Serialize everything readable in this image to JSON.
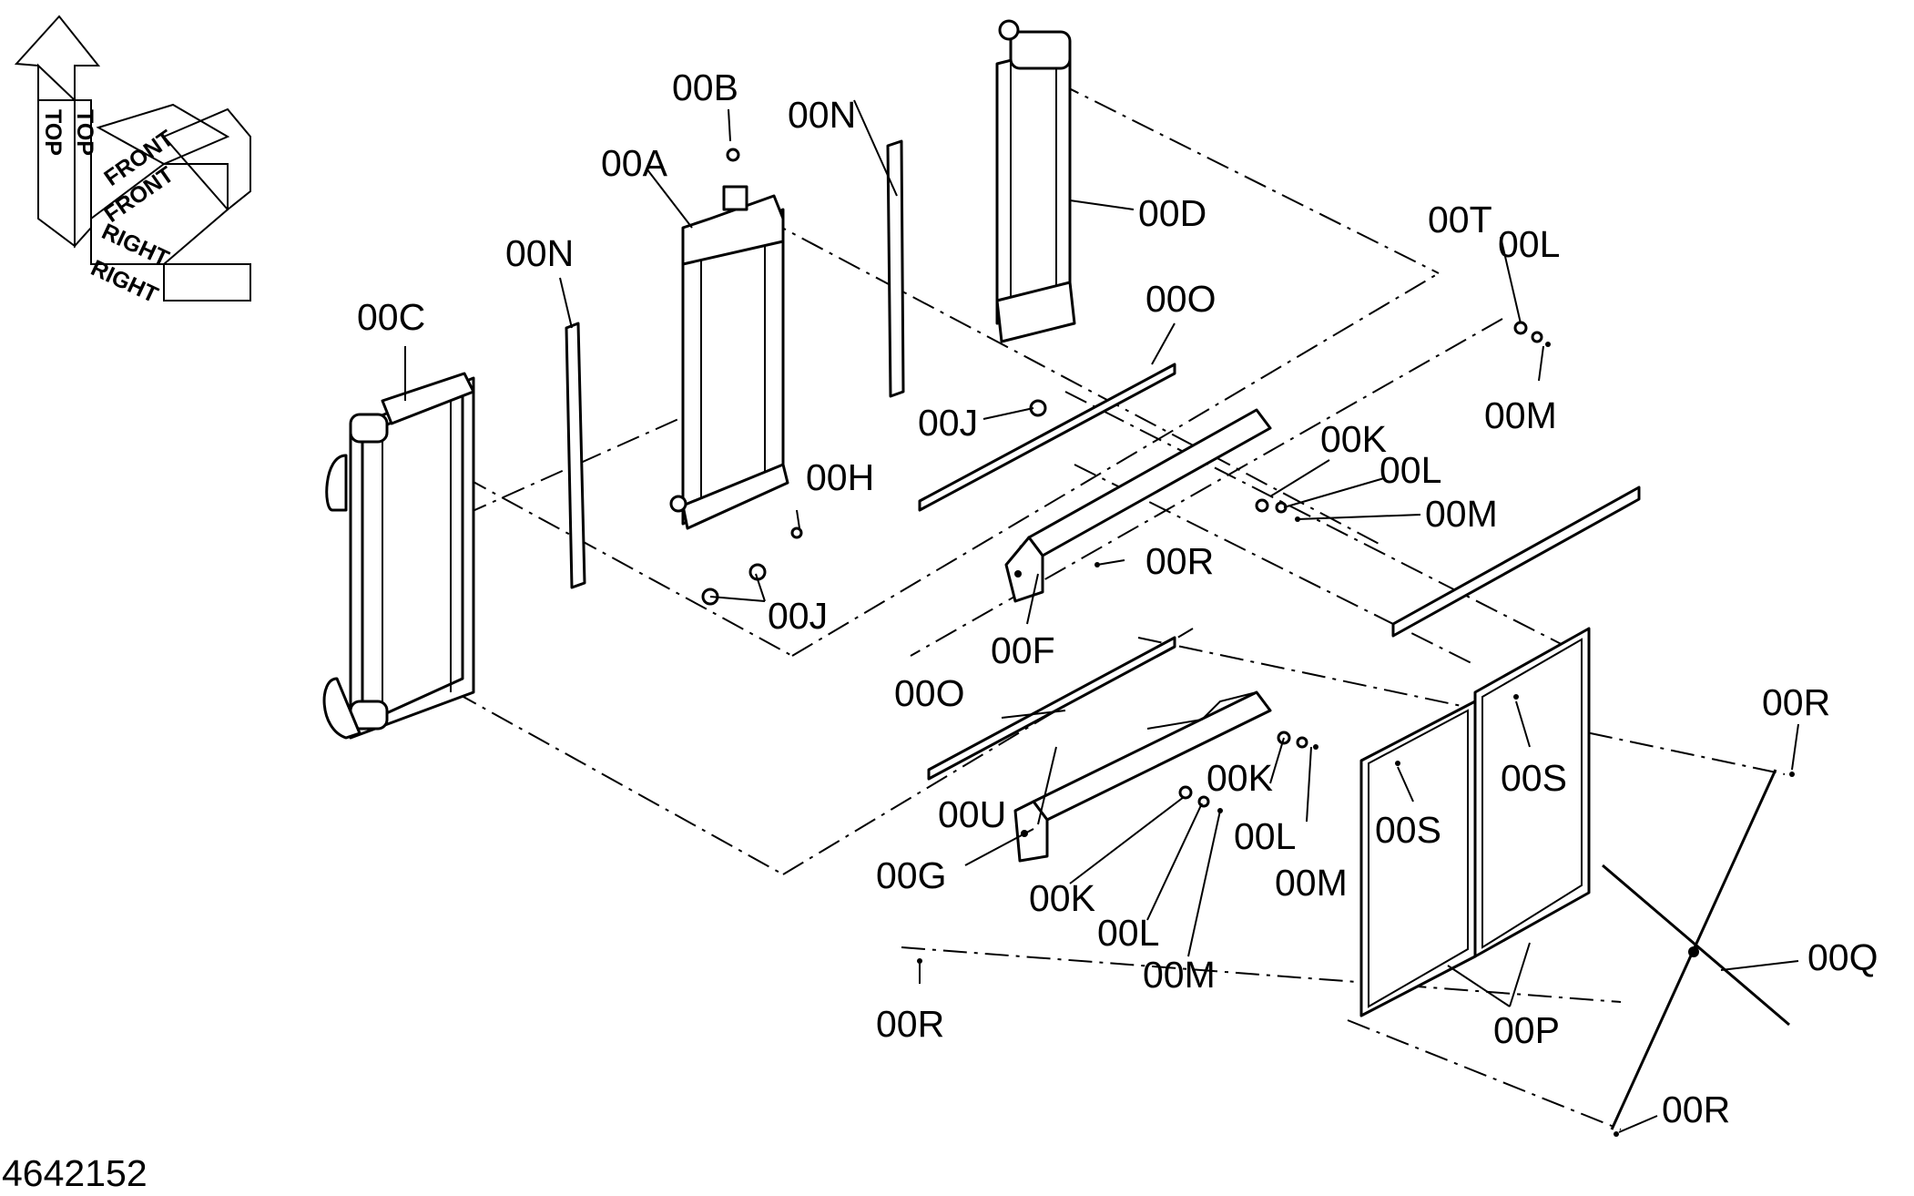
{
  "drawing_number": "4642152",
  "orientation": {
    "top": "TOP",
    "front": "FRONT",
    "right": "RIGHT"
  },
  "parts": {
    "00A": "00A",
    "00B": "00B",
    "00C": "00C",
    "00D": "00D",
    "00F": "00F",
    "00G": "00G",
    "00H": "00H",
    "00J": "00J",
    "00K": "00K",
    "00L": "00L",
    "00M": "00M",
    "00N": "00N",
    "00O": "00O",
    "00P": "00P",
    "00Q": "00Q",
    "00R": "00R",
    "00S": "00S",
    "00T": "00T",
    "00U": "00U"
  }
}
